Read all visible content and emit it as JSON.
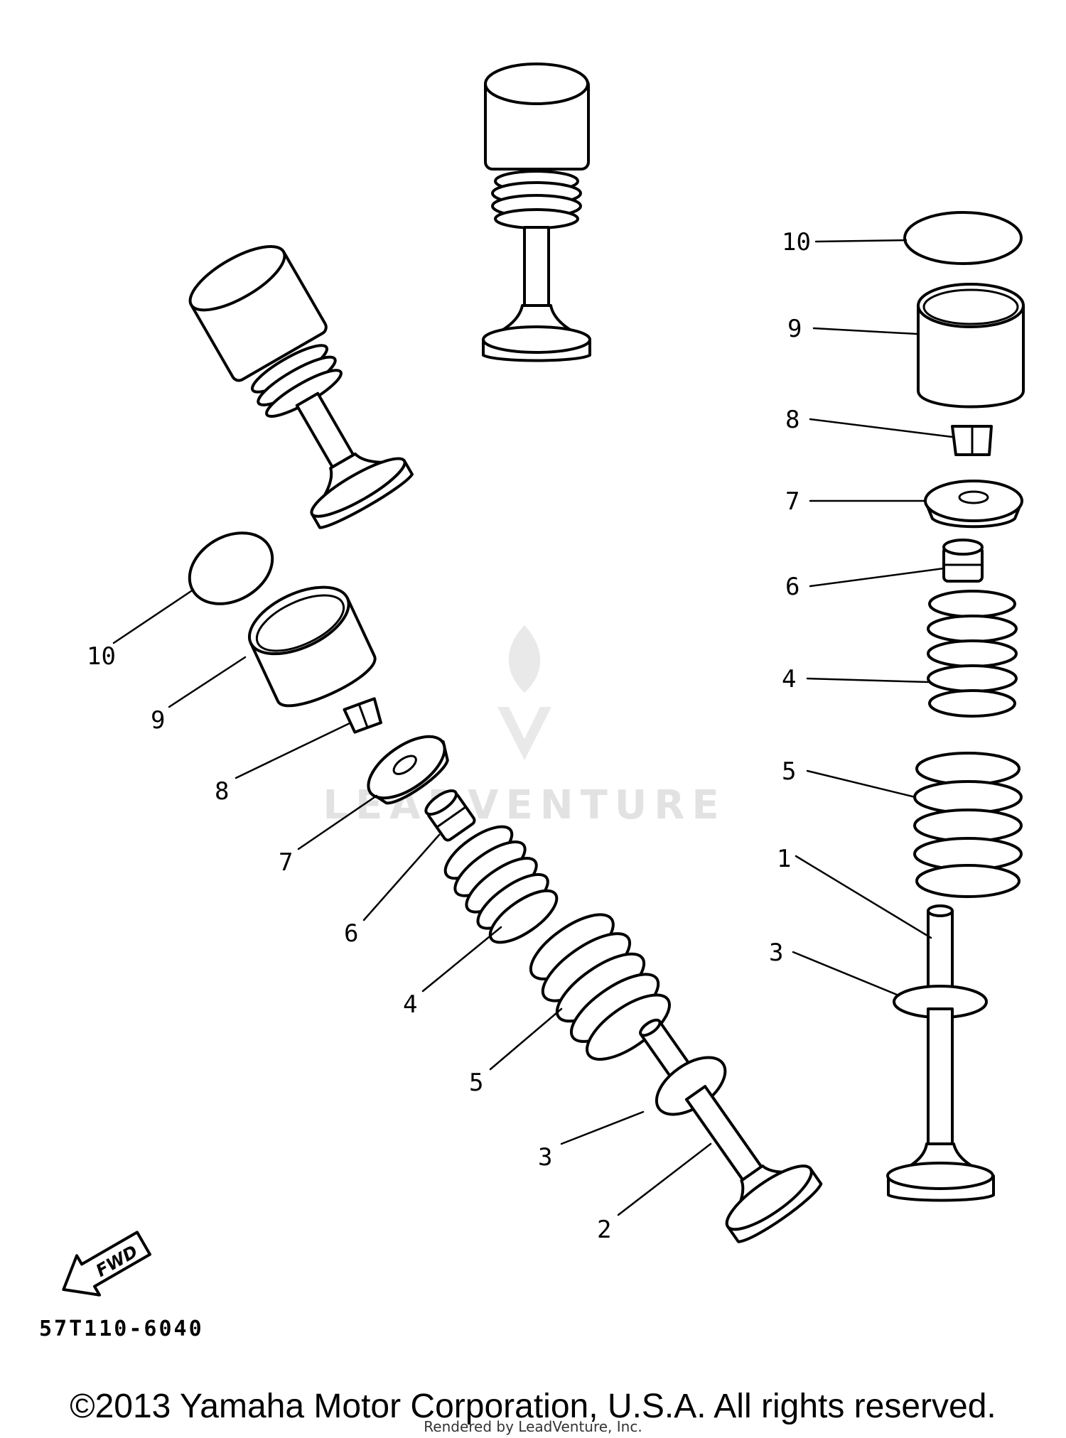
{
  "diagram": {
    "callouts_right": [
      "10",
      "9",
      "8",
      "7",
      "6",
      "4",
      "5",
      "1",
      "3"
    ],
    "callouts_left": [
      "10",
      "9",
      "8",
      "7",
      "6",
      "4",
      "5",
      "3",
      "2"
    ],
    "fwd_label": "FWD",
    "part_code": "57T110-6040",
    "watermark": "LEADVENTURE",
    "copyright": "©2013 Yamaha Motor Corporation, U.S.A. All rights reserved.",
    "rendered_by": "Rendered by LeadVenture, Inc."
  }
}
